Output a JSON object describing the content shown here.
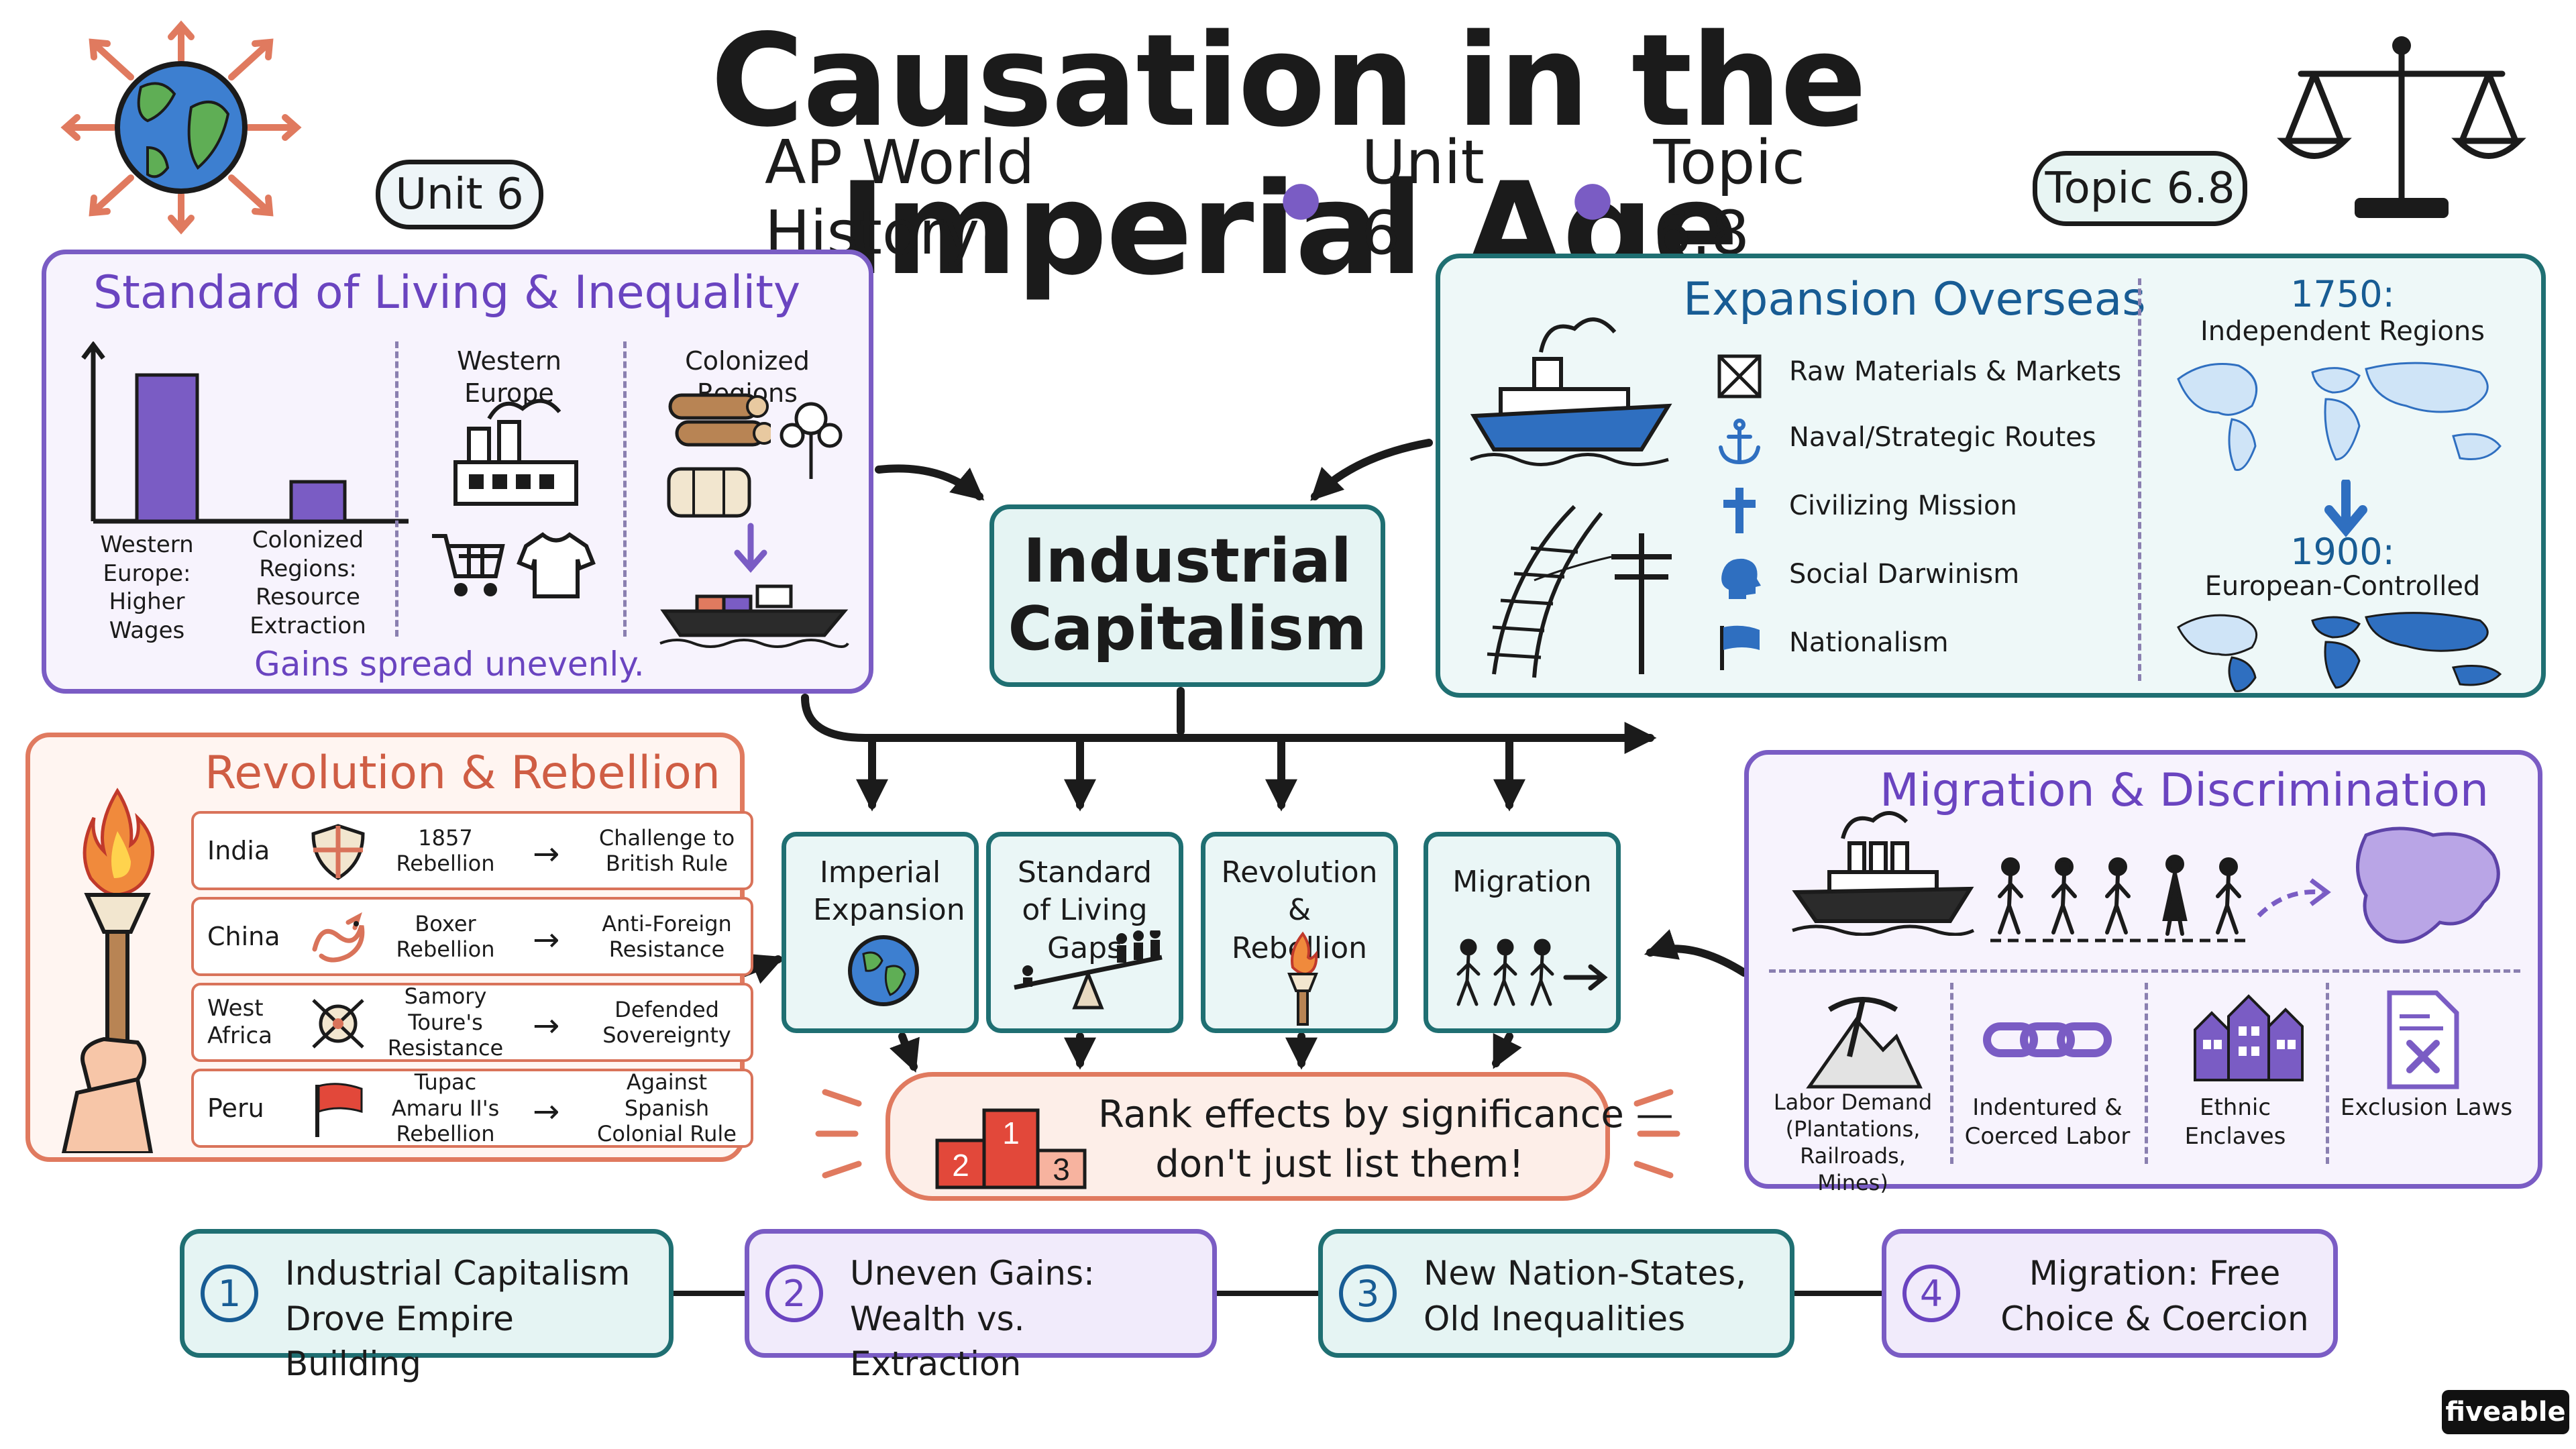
{
  "header": {
    "title": "Causation in the Imperial Age",
    "subtitle_parts": [
      "AP World History",
      "Unit 6",
      "Topic 6.8"
    ],
    "unit_badge": "Unit 6",
    "topic_badge": "Topic 6.8"
  },
  "standard_panel": {
    "title": "Standard of Living & Inequality",
    "bar_labels": [
      "Western Europe: Higher Wages",
      "Colonized Regions: Resource Extraction"
    ],
    "bar_values": [
      1.0,
      0.27
    ],
    "col_western": "Western Europe",
    "col_colonized": "Colonized Regions",
    "footer": "Gains spread unevenly."
  },
  "center": {
    "label": "Industrial Capitalism"
  },
  "expansion_panel": {
    "title": "Expansion Overseas",
    "reasons": [
      {
        "label": "Raw Materials & Markets",
        "icon": "crate-icon"
      },
      {
        "label": "Naval/Strategic Routes",
        "icon": "anchor-icon"
      },
      {
        "label": "Civilizing Mission",
        "icon": "cross-icon"
      },
      {
        "label": "Social Darwinism",
        "icon": "head-icon"
      },
      {
        "label": "Nationalism",
        "icon": "flag-icon"
      }
    ],
    "map_1750_year": "1750:",
    "map_1750_label": "Independent Regions",
    "map_1900_year": "1900:",
    "map_1900_label": "European-Controlled"
  },
  "revolution_panel": {
    "title": "Revolution & Rebellion",
    "rows": [
      {
        "region": "India",
        "event": "1857 Rebellion",
        "result": "Challenge to British Rule",
        "icon": "shield-icon"
      },
      {
        "region": "China",
        "event": "Boxer Rebellion",
        "result": "Anti-Foreign Resistance",
        "icon": "dragon-icon"
      },
      {
        "region": "West Africa",
        "event": "Samory Toure's Resistance",
        "result": "Defended Sovereignty",
        "icon": "crossed-spears-icon"
      },
      {
        "region": "Peru",
        "event": "Tupac Amaru II's Rebellion",
        "result": "Against Spanish Colonial Rule",
        "icon": "flag-icon"
      }
    ],
    "arrow": "→"
  },
  "effects": [
    {
      "label": "Imperial Expansion",
      "icon": "globe-icon"
    },
    {
      "label": "Standard of Living Gaps",
      "icon": "seesaw-icon"
    },
    {
      "label": "Revolution & Rebellion",
      "icon": "torch-icon"
    },
    {
      "label": "Migration",
      "icon": "walking-people-icon"
    }
  ],
  "rank_box": {
    "line1": "Rank effects by significance —",
    "line2": "don't just list them!",
    "podium": [
      "1",
      "2",
      "3"
    ]
  },
  "migration_panel": {
    "title": "Migration & Discrimination",
    "items": [
      {
        "label": "Labor Demand (Plantations, Railroads, Mines)",
        "icon": "pickaxe-icon"
      },
      {
        "label": "Indentured & Coerced Labor",
        "icon": "chain-icon"
      },
      {
        "label": "Ethnic Enclaves",
        "icon": "buildings-icon"
      },
      {
        "label": "Exclusion Laws",
        "icon": "document-x-icon"
      }
    ]
  },
  "takeaways": [
    {
      "num": "1",
      "text": "Industrial Capitalism Drove Empire Building"
    },
    {
      "num": "2",
      "text": "Uneven Gains: Wealth vs. Extraction"
    },
    {
      "num": "3",
      "text": "New Nation-States, Old Inequalities"
    },
    {
      "num": "4",
      "text": "Migration: Free Choice & Coercion"
    }
  ],
  "brand": "fiveable",
  "colors": {
    "purple": "#7a5cc4",
    "teal": "#1f6f72",
    "coral": "#e07a5f",
    "blue": "#2f6fc0",
    "red": "#e2483a"
  }
}
